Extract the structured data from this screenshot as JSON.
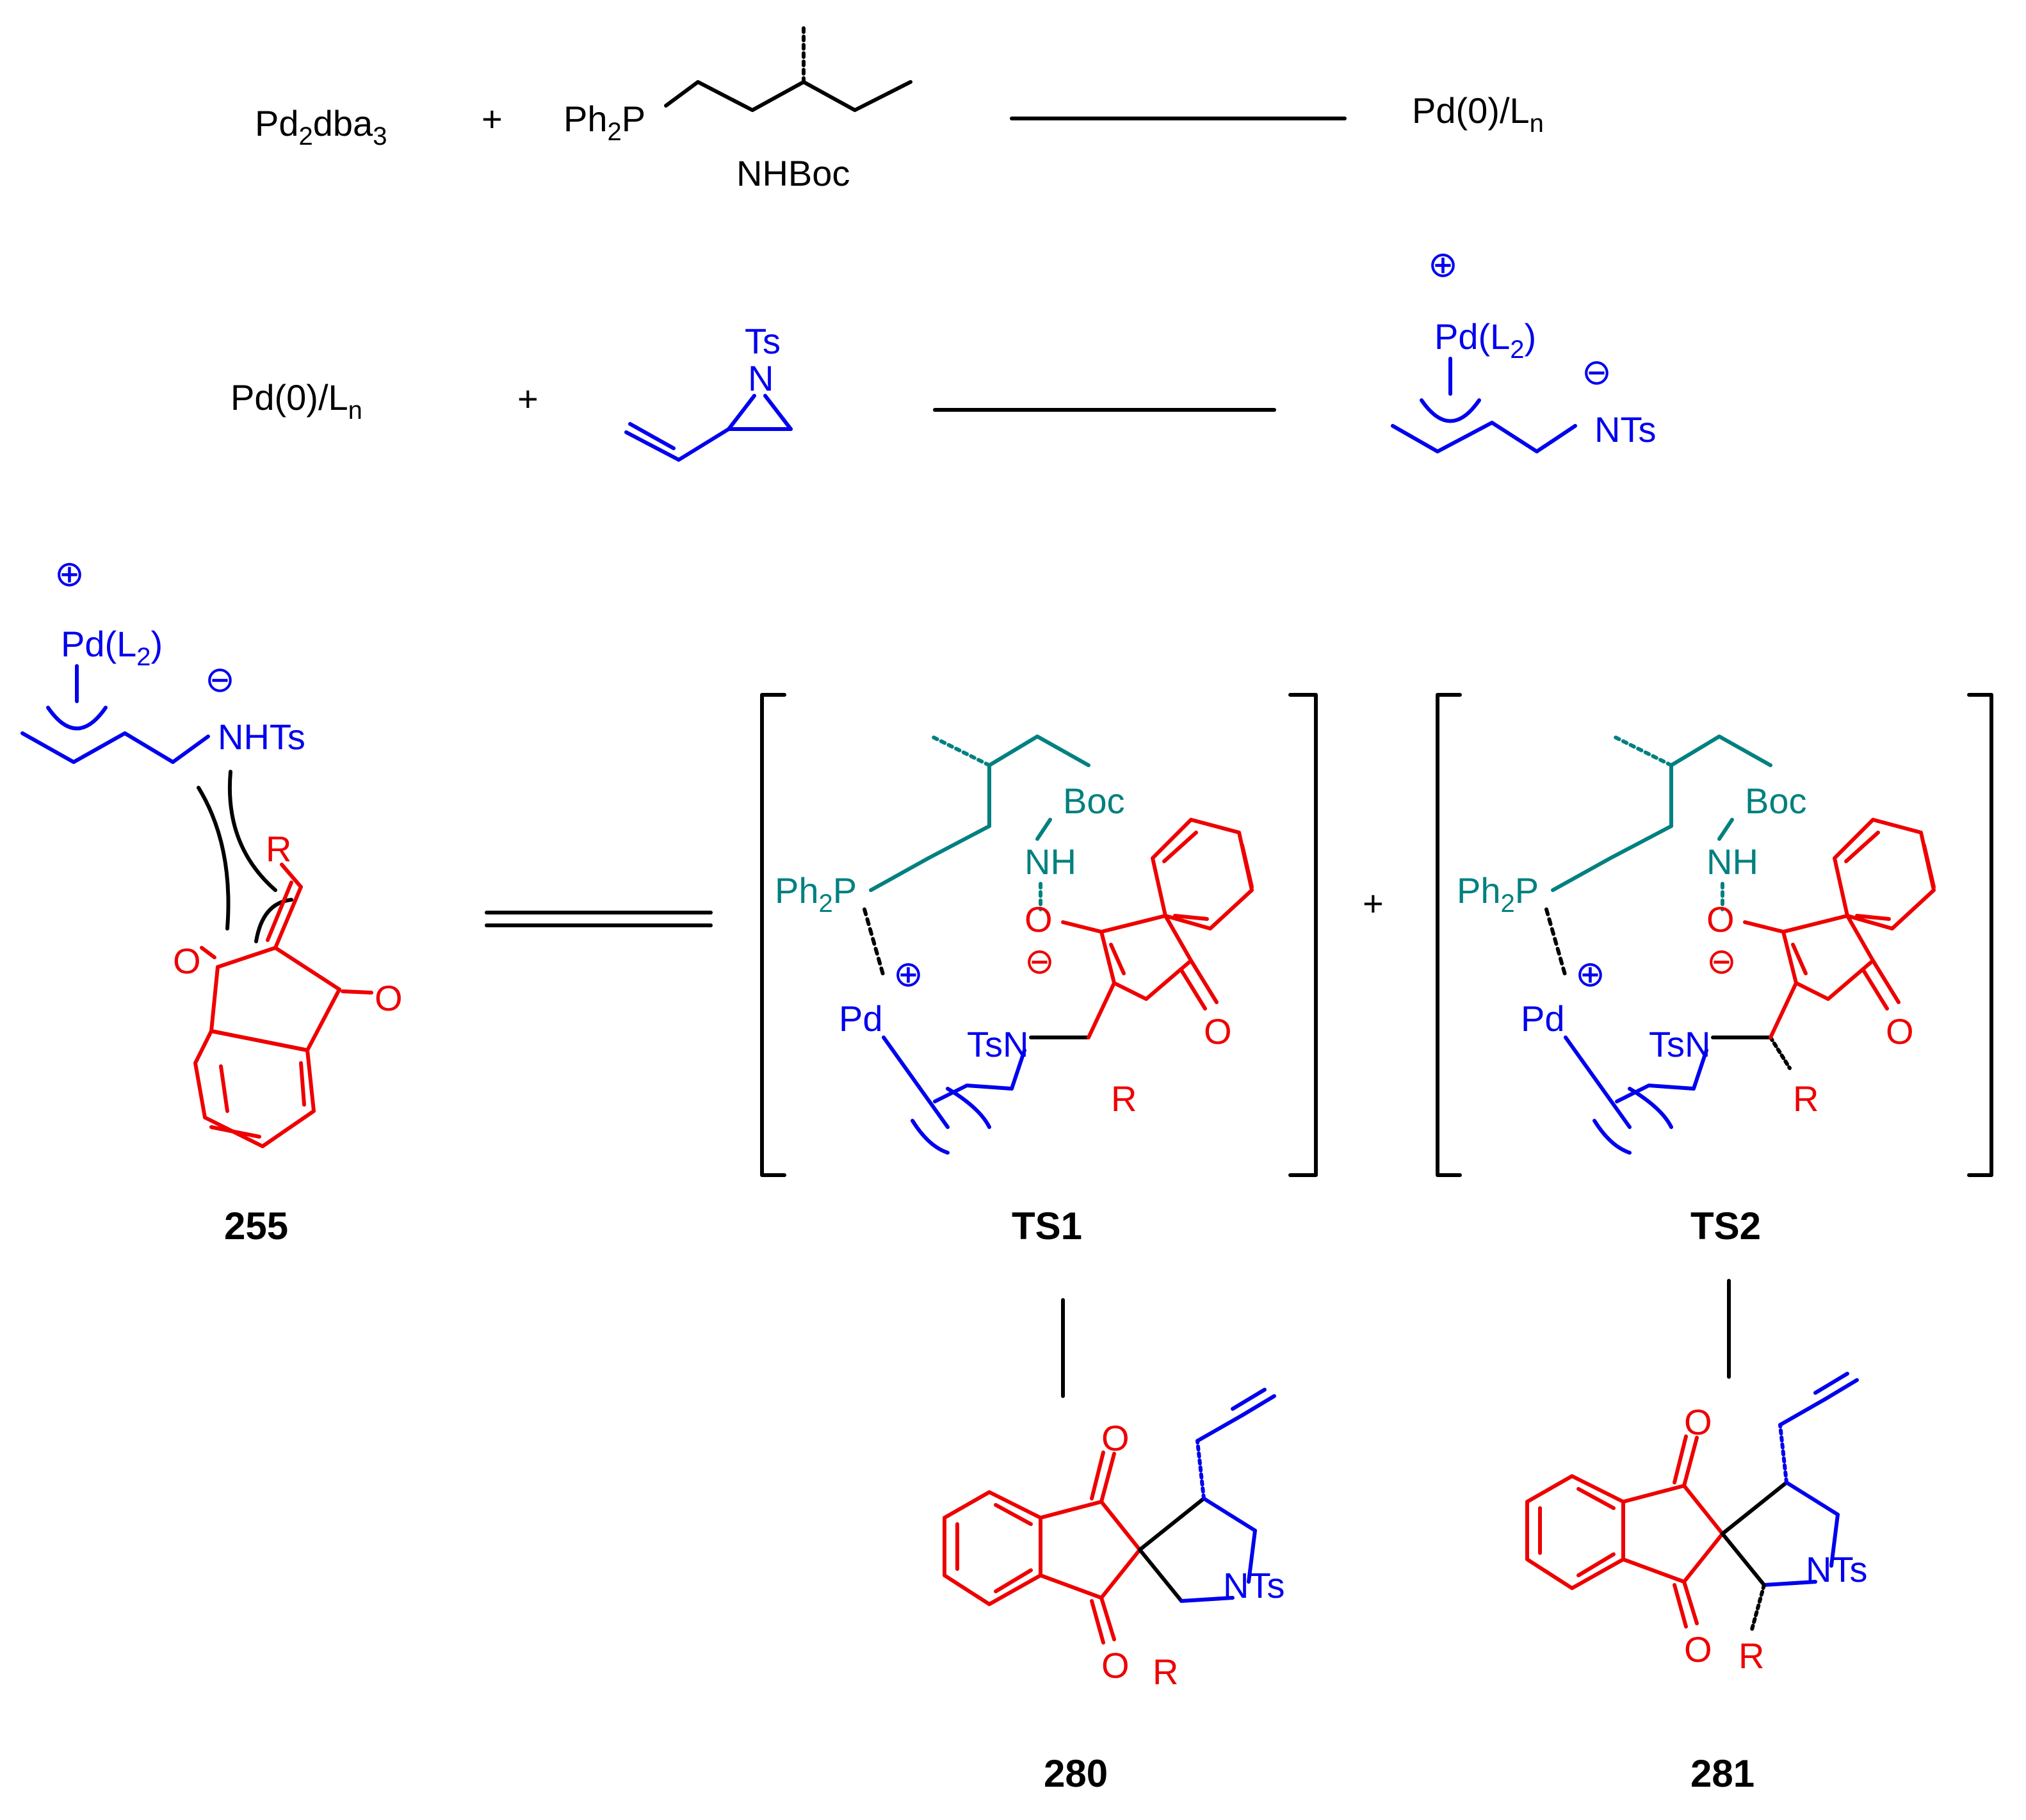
{
  "colors": {
    "catalyst": "#000000",
    "aziridine": "#0000ee",
    "ligand": "#008080",
    "substrate": "#ee0000"
  },
  "row1": {
    "pd_source": "Pd",
    "pd_source_sub1": "2",
    "pd_source_mid": "dba",
    "pd_source_sub2": "3",
    "plus": "+",
    "ligand_ph": "Ph",
    "ligand_ph_sub": "2",
    "ligand_p": "P",
    "ligand_nhboc": "NHBoc",
    "product_main": "Pd(0)/L",
    "product_sub": "n"
  },
  "row2": {
    "pd_main": "Pd(0)/L",
    "pd_sub": "n",
    "plus": "+",
    "aziridine_ts": "Ts",
    "aziridine_n": "N",
    "complex_pd": "Pd(L",
    "complex_pd_sub": "2",
    "complex_pd_end": ")",
    "complex_nts": "NTs",
    "plus_charge": "⊕",
    "minus_charge": "⊖"
  },
  "row3": {
    "left_pd": "Pd(L",
    "left_pd_sub": "2",
    "left_pd_end": ")",
    "left_nhts": "NHTs",
    "left_r": "R",
    "left_o1": "O",
    "left_o2": "O",
    "compound_255": "255",
    "plus_charge": "⊕",
    "minus_charge": "⊖",
    "between_ts": "+"
  },
  "ts1": {
    "label": "TS1",
    "ph2p": "Ph",
    "ph2p_sub": "2",
    "ph2p_end": "P",
    "boc": "Boc",
    "nh": "NH",
    "o_enolate": "O",
    "o_ketone": "O",
    "pd": "Pd",
    "tsn": "TsN",
    "r": "R",
    "plus_charge": "⊕",
    "minus_charge": "⊖"
  },
  "ts2": {
    "label": "TS2",
    "ph2p": "Ph",
    "ph2p_sub": "2",
    "ph2p_end": "P",
    "boc": "Boc",
    "nh": "NH",
    "o_enolate": "O",
    "o_ketone": "O",
    "pd": "Pd",
    "tsn": "TsN",
    "r": "R",
    "plus_charge": "⊕",
    "minus_charge": "⊖"
  },
  "products": {
    "p280": {
      "label": "280",
      "o_top": "O",
      "o_bottom": "O",
      "nts": "NTs",
      "r": "R"
    },
    "p281": {
      "label": "281",
      "o_top": "O",
      "o_bottom": "O",
      "nts": "NTs",
      "r": "R"
    }
  }
}
